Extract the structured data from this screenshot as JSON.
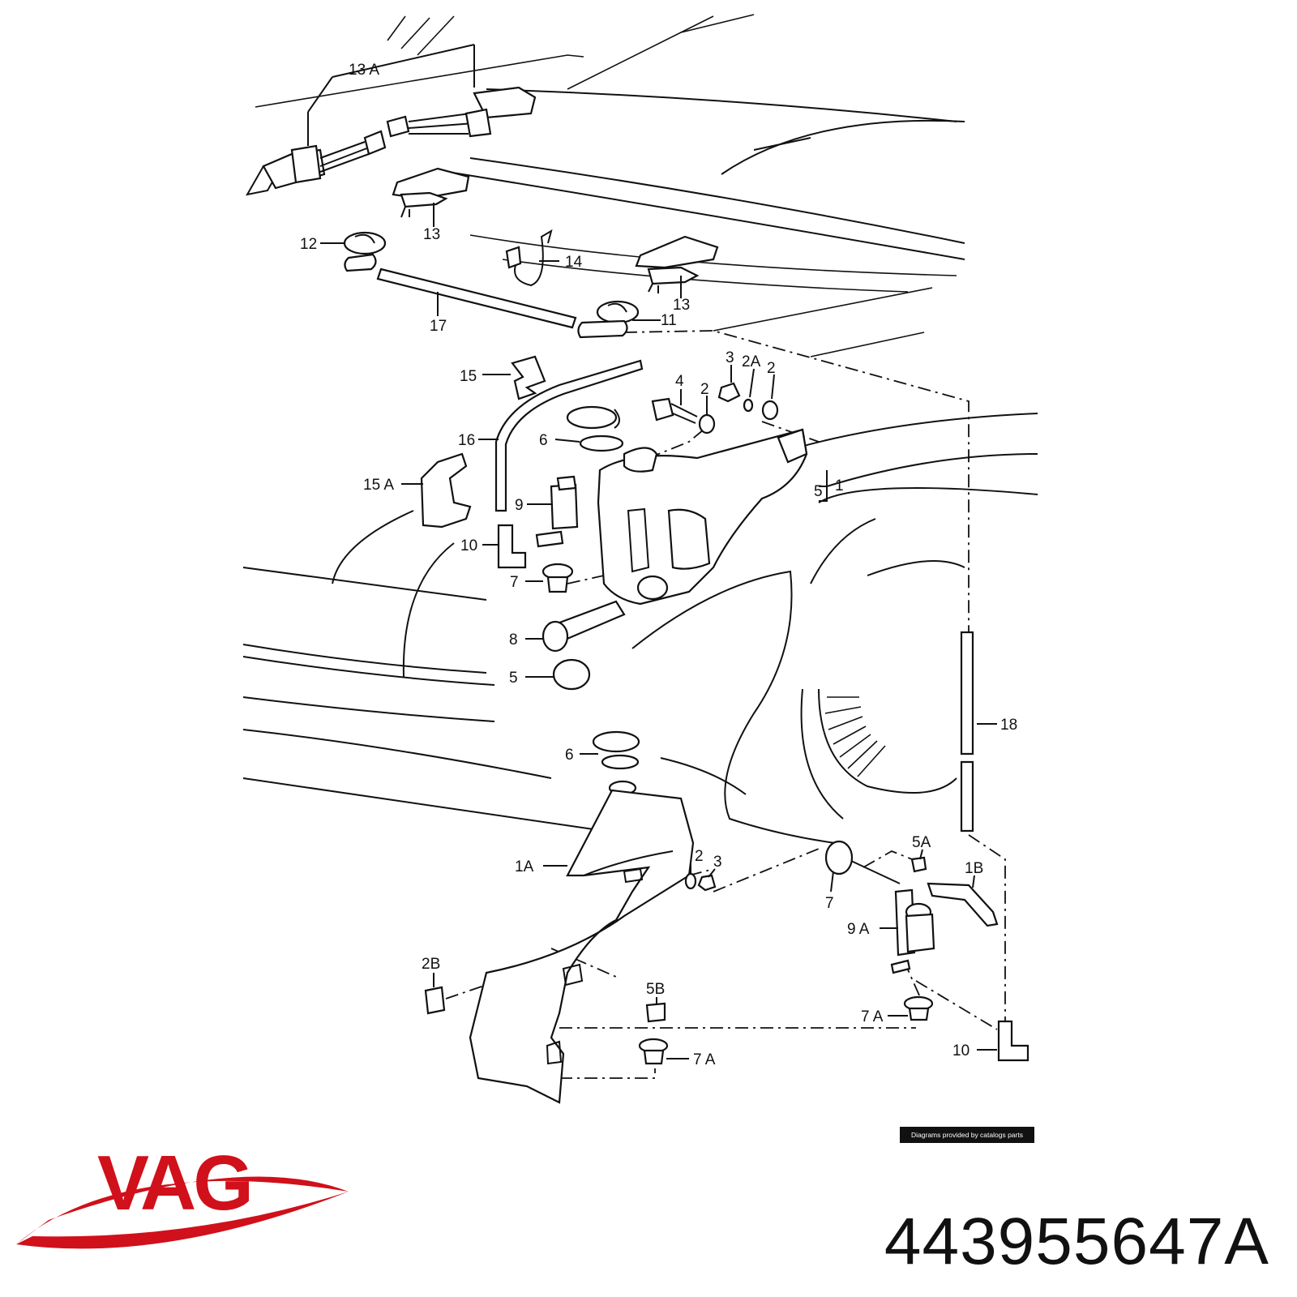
{
  "brand": {
    "name": "VAG",
    "color": "#d0101a"
  },
  "part_number": "443955647A",
  "credit": "Diagrams provided by catalogs parts",
  "callouts": {
    "c13A": "13 A",
    "c13a": "13",
    "c13b": "13",
    "c12": "12",
    "c14": "14",
    "c17": "17",
    "c11": "11",
    "c15": "15",
    "c16": "16",
    "c15A": "15 A",
    "c3a": "3",
    "c2A": "2A",
    "c2a": "2",
    "c2b": "2",
    "c4": "4",
    "c6a": "6",
    "c9": "9",
    "c10a": "10",
    "c7a": "7",
    "c8": "8",
    "c5a": "5",
    "c5b": "5",
    "c1": "1",
    "c18": "18",
    "c6b": "6",
    "c1A": "1A",
    "c2c": "2",
    "c3b": "3",
    "c5A": "5A",
    "c1B": "1B",
    "c7b": "7",
    "c9A": "9 A",
    "c2B": "2B",
    "c5B": "5B",
    "c7A1": "7 A",
    "c7A2": "7 A",
    "c10b": "10"
  }
}
